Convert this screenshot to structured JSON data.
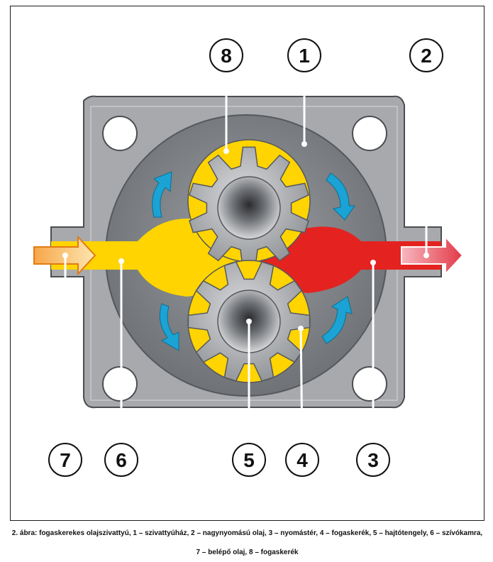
{
  "figure": {
    "callouts": [
      {
        "id": "8",
        "label": "8"
      },
      {
        "id": "1",
        "label": "1"
      },
      {
        "id": "2",
        "label": "2"
      },
      {
        "id": "7",
        "label": "7"
      },
      {
        "id": "6",
        "label": "6"
      },
      {
        "id": "5",
        "label": "5"
      },
      {
        "id": "4",
        "label": "4"
      },
      {
        "id": "3",
        "label": "3"
      }
    ],
    "caption": "2. ábra: fogaskerekes olajszivattyú, 1 – szivattyúház, 2 – nagynyomású olaj, 3 – nyomástér, 4 – fogaskerék, 5 – hajtótengely, 6 – szívókamra, 7 – belépő olaj, 8 – fogaskerék"
  },
  "colors": {
    "housing": "#a7a9ac",
    "chamber": "#8a8d91",
    "suction_oil": "#ffd400",
    "pressure_oil": "#e42320",
    "rotation_arrow": "#1aa3d4",
    "inlet_arrow": "#f39c33",
    "outlet_arrow": "#ee5566"
  },
  "icons": {
    "inlet": "arrow-right-icon",
    "outlet": "arrow-right-icon",
    "rotation": "curved-arrow-icon"
  }
}
